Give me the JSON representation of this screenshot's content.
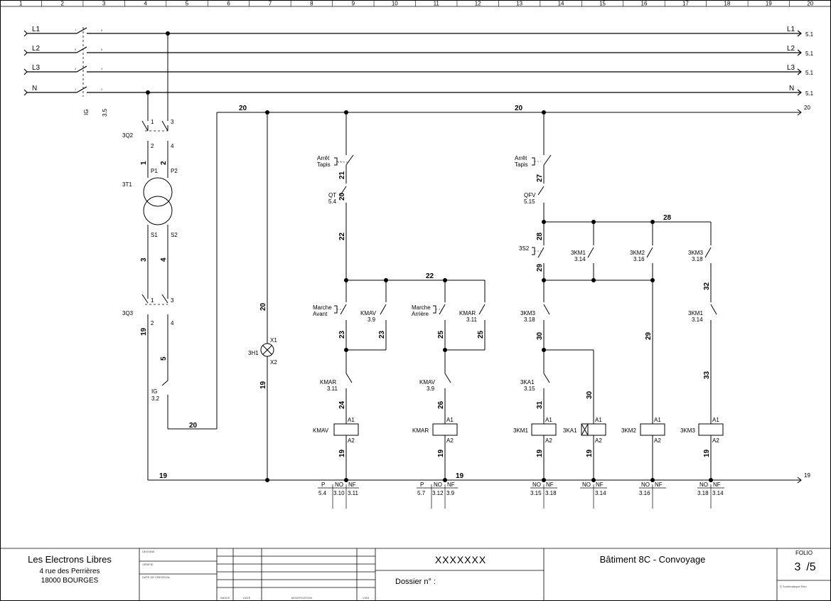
{
  "column_numbers": [
    "1",
    "2",
    "3",
    "4",
    "5",
    "6",
    "7",
    "8",
    "9",
    "10",
    "11",
    "12",
    "13",
    "14",
    "15",
    "16",
    "17",
    "18",
    "19",
    "20"
  ],
  "power_lines": [
    {
      "name": "L1",
      "ref": "5.1"
    },
    {
      "name": "L2",
      "ref": "5.1"
    },
    {
      "name": "L3",
      "ref": "5.1"
    },
    {
      "name": "N",
      "ref": "5.1"
    }
  ],
  "main_switch": {
    "label": "IG",
    "ref": "3.5",
    "terminals": [
      "7",
      "8",
      "5",
      "6",
      "3",
      "4",
      "1",
      "2"
    ]
  },
  "control_bus": {
    "top_wire": "20",
    "bottom_wire": "19",
    "top_ref": "20",
    "bottom_ref": "19"
  },
  "devices": {
    "q2": {
      "label": "3Q2",
      "t1": "1",
      "t2": "2",
      "t3": "3",
      "t4": "4"
    },
    "q3": {
      "label": "3Q3",
      "t1": "1",
      "t2": "2",
      "t3": "3",
      "t4": "4"
    },
    "transformer": {
      "label": "3T1",
      "p1": "P1",
      "p2": "P2",
      "s1": "S1",
      "s2": "S2"
    },
    "ig_contact": {
      "label": "IG",
      "ref": "3.2"
    },
    "lamp": {
      "label": "3H1",
      "x1": "X1",
      "x2": "X2"
    },
    "stop1": {
      "label1": "Arrêt",
      "label2": "Tapis"
    },
    "stop2": {
      "label1": "Arrêt",
      "label2": "Tapis"
    },
    "qt": {
      "label": "QT",
      "ref": "5.4"
    },
    "qfv": {
      "label": "QFV",
      "ref": "5.15"
    },
    "fwd_btn": {
      "label1": "Marche",
      "label2": "Avant"
    },
    "rev_btn": {
      "label1": "Marche",
      "label2": "Arrière"
    },
    "kmav_hold": {
      "label": "KMAV",
      "ref": "3.9"
    },
    "kmar_hold": {
      "label": "KMAR",
      "ref": "3.11"
    },
    "kmar_interlock": {
      "label": "KMAR",
      "ref": "3.11"
    },
    "kmav_interlock": {
      "label": "KMAV",
      "ref": "3.9"
    },
    "s2": {
      "label": "3S2"
    },
    "skm1_a": {
      "label": "3KM1",
      "ref": "3.14"
    },
    "skm2_a": {
      "label": "3KM2",
      "ref": "3.16"
    },
    "skm3_a": {
      "label": "3KM3",
      "ref": "3.18"
    },
    "skm3_b": {
      "label": "3KM3",
      "ref": "3.18"
    },
    "skm1_b": {
      "label": "3KM1",
      "ref": "3.14"
    },
    "ska1": {
      "label": "3KA1",
      "ref": "3.15"
    }
  },
  "coils": [
    {
      "label": "KMAV",
      "a1": "A1",
      "a2": "A2"
    },
    {
      "label": "KMAR",
      "a1": "A1",
      "a2": "A2"
    },
    {
      "label": "3KM1",
      "a1": "A1",
      "a2": "A2"
    },
    {
      "label": "3KA1",
      "a1": "A1",
      "a2": "A2"
    },
    {
      "label": "3KM2",
      "a1": "A1",
      "a2": "A2"
    },
    {
      "label": "3KM3",
      "a1": "A1",
      "a2": "A2"
    }
  ],
  "wire_numbers": [
    "20",
    "20",
    "20",
    "20",
    "19",
    "19",
    "19",
    "19",
    "19",
    "19",
    "19",
    "19",
    "19",
    "21",
    "20",
    "22",
    "22",
    "23",
    "23",
    "25",
    "25",
    "24",
    "26",
    "27",
    "28",
    "28",
    "29",
    "29",
    "30",
    "30",
    "31",
    "32",
    "33",
    "1",
    "2",
    "3",
    "4",
    "5",
    "3",
    "4",
    "19"
  ],
  "contact_tables": [
    {
      "headers": [
        "P",
        "NO",
        "NF"
      ],
      "values": [
        "5.4",
        "3.10",
        "3.11"
      ]
    },
    {
      "headers": [
        "P",
        "NO",
        "NF"
      ],
      "values": [
        "5.7",
        "3.12",
        "3.9"
      ]
    },
    {
      "headers": [
        "NO",
        "NF"
      ],
      "values": [
        "3.15",
        "3.18"
      ]
    },
    {
      "headers": [
        "NO",
        "NF"
      ],
      "values": [
        "",
        "3.14"
      ]
    },
    {
      "headers": [
        "NO",
        "NF"
      ],
      "values": [
        "3.16",
        ""
      ]
    },
    {
      "headers": [
        "NO",
        "NF"
      ],
      "values": [
        "3.18",
        "3.14"
      ]
    }
  ],
  "title_block": {
    "company_name": "Les Electrons Libres",
    "address_line1": "4 rue des Perrières",
    "address_line2": "18000 BOURGES",
    "field_drawn": "DESSINE",
    "field_checked": "VERIFIE",
    "field_date": "DATE DE CREATION",
    "col_index": "INDICE",
    "col_date": "DATE",
    "col_modif": "MODIFICATION",
    "col_visa": "VISA",
    "project_code": "XXXXXXX",
    "dossier_label": "Dossier n° :",
    "project_title": "Bâtiment 8C - Convoyage",
    "sheet_label": "FOLIO",
    "sheet_number": "3",
    "sheet_total": "/5",
    "footer_small": "© Schémateque Elec"
  }
}
